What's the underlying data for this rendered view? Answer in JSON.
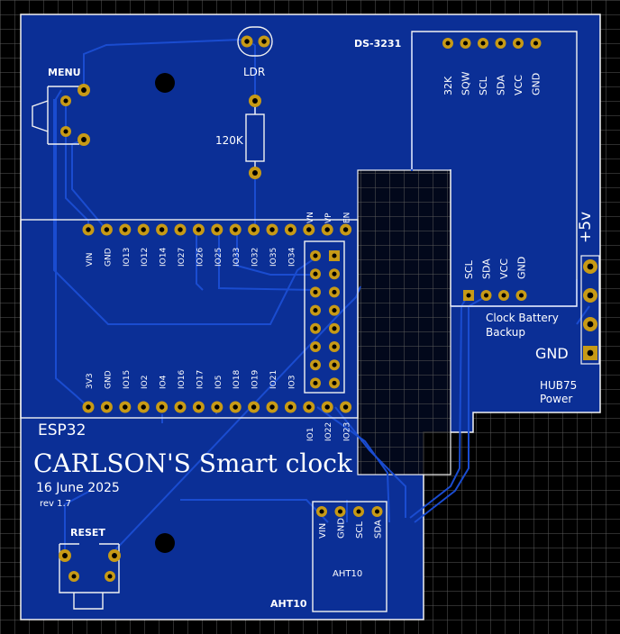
{
  "colors": {
    "background": "#000000",
    "grid": "#5a5a5a",
    "board": "#0b2f96",
    "trace": "#1a4cd0",
    "outline": "#f2f2f2",
    "copper": "#c79a16",
    "drill": "#000000"
  },
  "labels": {
    "menu": "MENU",
    "ldr": "LDR",
    "resistor": "120K",
    "rtc": "DS-3231",
    "esp32": "ESP32",
    "title": "CARLSON'S Smart clock",
    "date": "16 June 2025",
    "rev": "rev 1.7",
    "reset": "RESET",
    "aht10_board": "AHT10",
    "aht10_module": "AHT10",
    "plus5v": "+5v",
    "gnd": "GND",
    "battery_line1": "Clock Battery",
    "battery_line2": "Backup",
    "hub75_line1": "HUB75",
    "hub75_line2": "Power"
  },
  "rtc_top_pins": [
    "32K",
    "SQW",
    "SCL",
    "SDA",
    "VCC",
    "GND"
  ],
  "rtc_side_pins": [
    "SCL",
    "SDA",
    "VCC",
    "GND"
  ],
  "esp32_top_pins": [
    "VIN",
    "GND",
    "IO13",
    "IO12",
    "IO14",
    "IO27",
    "IO26",
    "IO25",
    "IO33",
    "IO32",
    "IO35",
    "IO34",
    "VN",
    "VP",
    "EN"
  ],
  "esp32_bottom_pins": [
    "3V3",
    "GND",
    "IO15",
    "IO2",
    "IO4",
    "IO16",
    "IO17",
    "IO5",
    "IO18",
    "IO19",
    "IO21",
    "IO3",
    "IO1",
    "IO22",
    "IO23"
  ],
  "aht10_pins": [
    "VIN",
    "GND",
    "SCL",
    "SDA"
  ]
}
